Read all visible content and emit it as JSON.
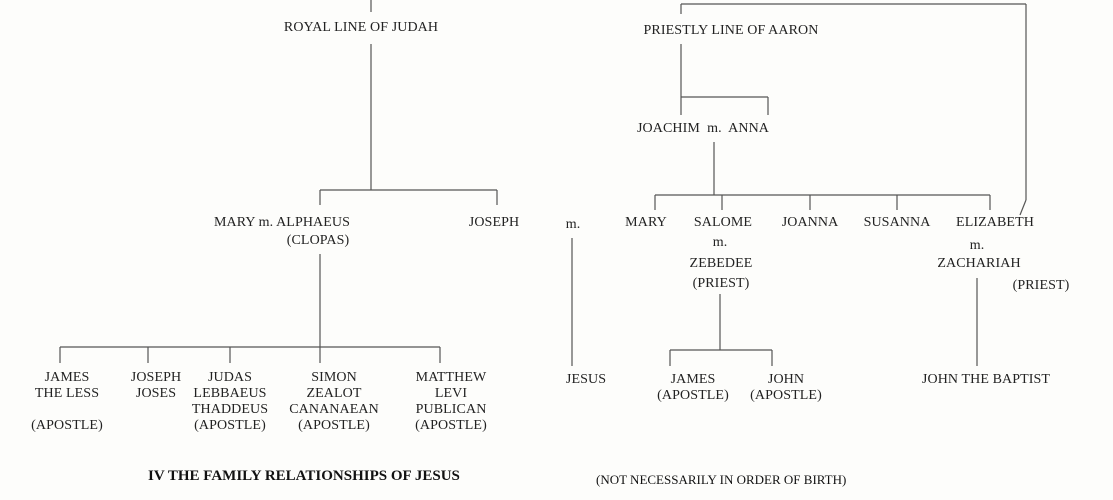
{
  "diagram": {
    "nodes": {
      "royal_line": "ROYAL LINE OF JUDAH",
      "priestly_line": "PRIESTLY LINE OF AARON",
      "joachim_anna": "JOACHIM  m.  ANNA",
      "mary_alphaeus": "MARY m. ALPHAEUS",
      "clopas": "(CLOPAS)",
      "joseph": "JOSEPH",
      "joseph_mary_m": "m.",
      "mary": "MARY",
      "salome": "SALOME",
      "salome_m": "m.",
      "zebedee": "ZEBEDEE",
      "zebedee_role": "(PRIEST)",
      "joanna": "JOANNA",
      "susanna": "SUSANNA",
      "elizabeth": "ELIZABETH",
      "elizabeth_m": "m.",
      "zachariah": "ZACHARIAH",
      "zachariah_role": "(PRIEST)",
      "james_less": "JAMES\nTHE LESS\n\n(APOSTLE)",
      "joseph_joses": "JOSEPH\nJOSES",
      "judas": "JUDAS\nLEBBAEUS\nTHADDEUS\n(APOSTLE)",
      "simon": "SIMON\nZEALOT\nCANANAEAN\n(APOSTLE)",
      "matthew": "MATTHEW\nLEVI\nPUBLICAN\n(APOSTLE)",
      "jesus": "JESUS",
      "james_apostle": "JAMES\n(APOSTLE)",
      "john_apostle": "JOHN\n(APOSTLE)",
      "john_baptist": "JOHN THE BAPTIST"
    },
    "caption": "IV THE FAMILY RELATIONSHIPS OF JESUS",
    "note": "(NOT NECESSARILY IN ORDER OF BIRTH)"
  }
}
